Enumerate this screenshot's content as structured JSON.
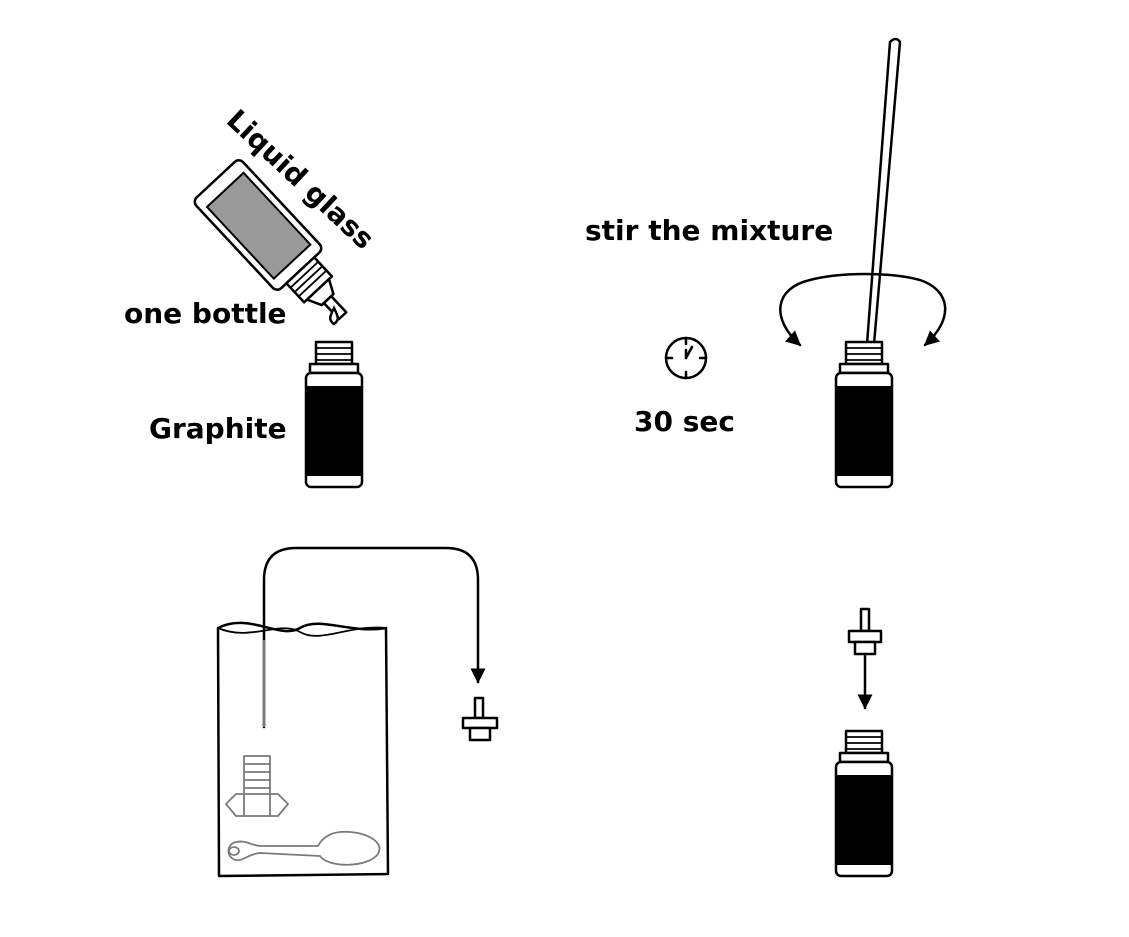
{
  "labels": {
    "liquid_glass": "Liquid glass",
    "one_bottle": "one bottle",
    "graphite": "Graphite",
    "stir": "stir the mixture",
    "time": "30 sec"
  },
  "icons": [
    "dropper-bottle-icon",
    "drop-icon",
    "bottle-icon",
    "stirring-rod-icon",
    "rotation-arrows-icon",
    "timer-icon",
    "bag-icon",
    "nozzle-icon",
    "bolt-icon",
    "spoon-icon"
  ],
  "colors": {
    "ink": "#000000",
    "label_fill": "#999999",
    "bag_contents": "#7a7a7a"
  }
}
